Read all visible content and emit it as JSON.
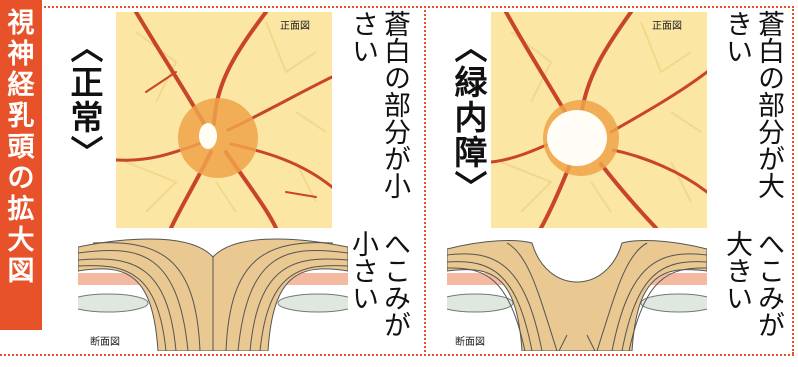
{
  "title": "視神経乳頭の拡大図",
  "panels": [
    {
      "condition": "〈正常〉",
      "fundus_label": "正面図",
      "pallor_text": "蒼白の部分が小さい",
      "cross_label": "断面図",
      "cup_text": "へこみが小さい"
    },
    {
      "condition": "〈緑内障〉",
      "fundus_label": "正面図",
      "pallor_text": "蒼白の部分が大きい",
      "cross_label": "断面図",
      "cup_text": "へこみが大きい"
    }
  ],
  "colors": {
    "accent": "#e8522a",
    "disc": "#f0a24a",
    "vessel": "#c8452a",
    "fundus": "#fbe7a3",
    "nerve": "#e9c891"
  }
}
